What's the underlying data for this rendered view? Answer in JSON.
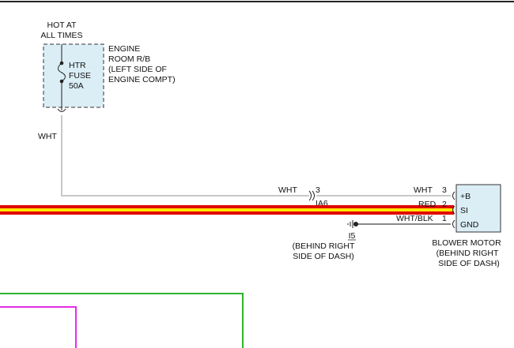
{
  "fuse_block": {
    "supply": [
      "HOT AT",
      "ALL TIMES"
    ],
    "location": [
      "ENGINE",
      "ROOM R/B",
      "(LEFT SIDE OF",
      "ENGINE COMPT)"
    ],
    "fuse": [
      "HTR",
      "FUSE",
      "50A"
    ]
  },
  "wires": {
    "supply_color": "WHT",
    "wht_label": "WHT",
    "wht_pin": "3",
    "red_label": "RED",
    "wht_blk_label": "WHT/BLK"
  },
  "connector": {
    "id": "IA6",
    "pin": "3"
  },
  "ground": {
    "id": "I5",
    "location": [
      "(BEHIND RIGHT",
      "SIDE OF DASH)"
    ]
  },
  "blower_motor": {
    "pins": [
      "3",
      "2",
      "1"
    ],
    "terminals": [
      "+B",
      "SI",
      "GND"
    ],
    "name": "BLOWER MOTOR",
    "location": [
      "(BEHIND RIGHT",
      "SIDE OF DASH)"
    ]
  },
  "colors": {
    "wire_white": "#c8c8c8",
    "wire_red": "#e00000",
    "wire_red_tracer": "#ffe600",
    "box_fill": "#dbeef6",
    "page_border_green": "#2db52d",
    "page_border_magenta": "#e62ee6"
  }
}
